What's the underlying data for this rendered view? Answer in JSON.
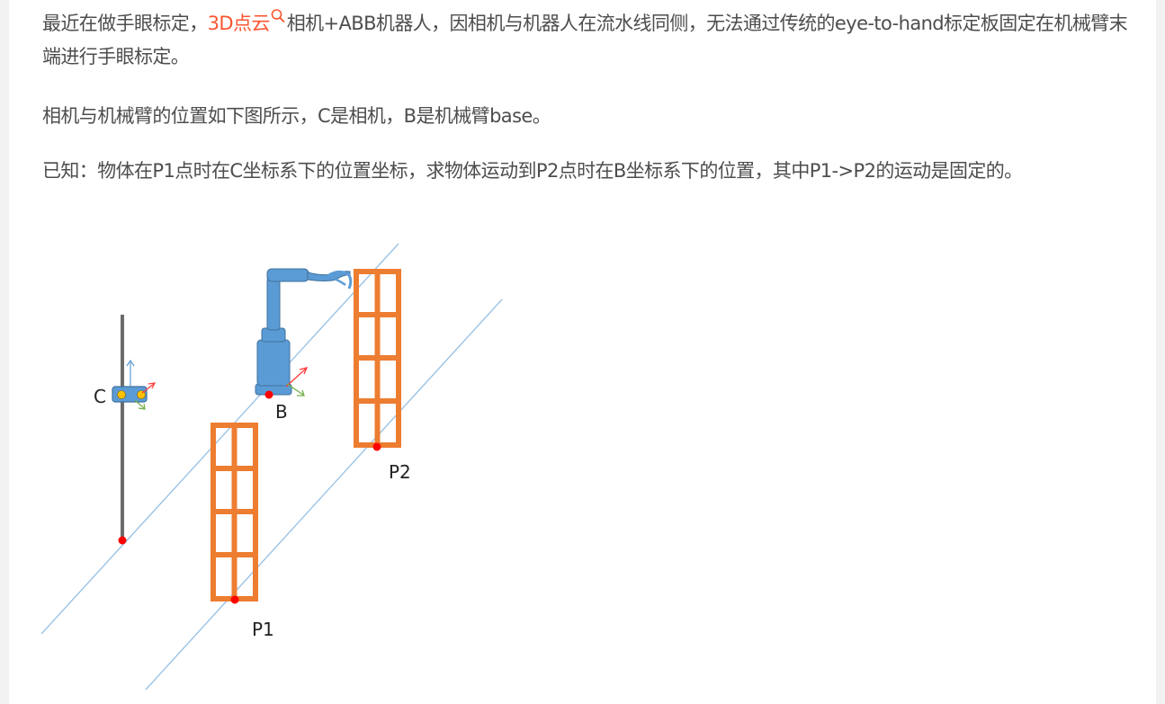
{
  "article": {
    "paragraph1": {
      "before": "最近在做手眼标定，",
      "keyword": "3D点云",
      "after": "相机+ABB机器人，因相机与机器人在流水线同侧，无法通过传统的eye-to-hand标定板固定在机械臂末端进行手眼标定。"
    },
    "paragraph2": "相机与机械臂的位置如下图所示，C是相机，B是机械臂base。",
    "paragraph3": "已知：物体在P1点时在C坐标系下的位置坐标，求物体运动到P2点时在B坐标系下的位置，其中P1->P2的运动是固定的。"
  },
  "figure": {
    "labels": {
      "camera": "C",
      "robot_base": "B",
      "point1": "P1",
      "point2": "P2"
    },
    "colors": {
      "conveyor_line": "#9cc3e5",
      "object_frame": "#ed7d31",
      "robot": "#5b9bd5",
      "marker": "#ff0000",
      "axis_x": "#ff3b3b",
      "axis_y": "#70ad47",
      "axis_z": "#5b9bd5",
      "pole": "#6b6b6b"
    }
  }
}
